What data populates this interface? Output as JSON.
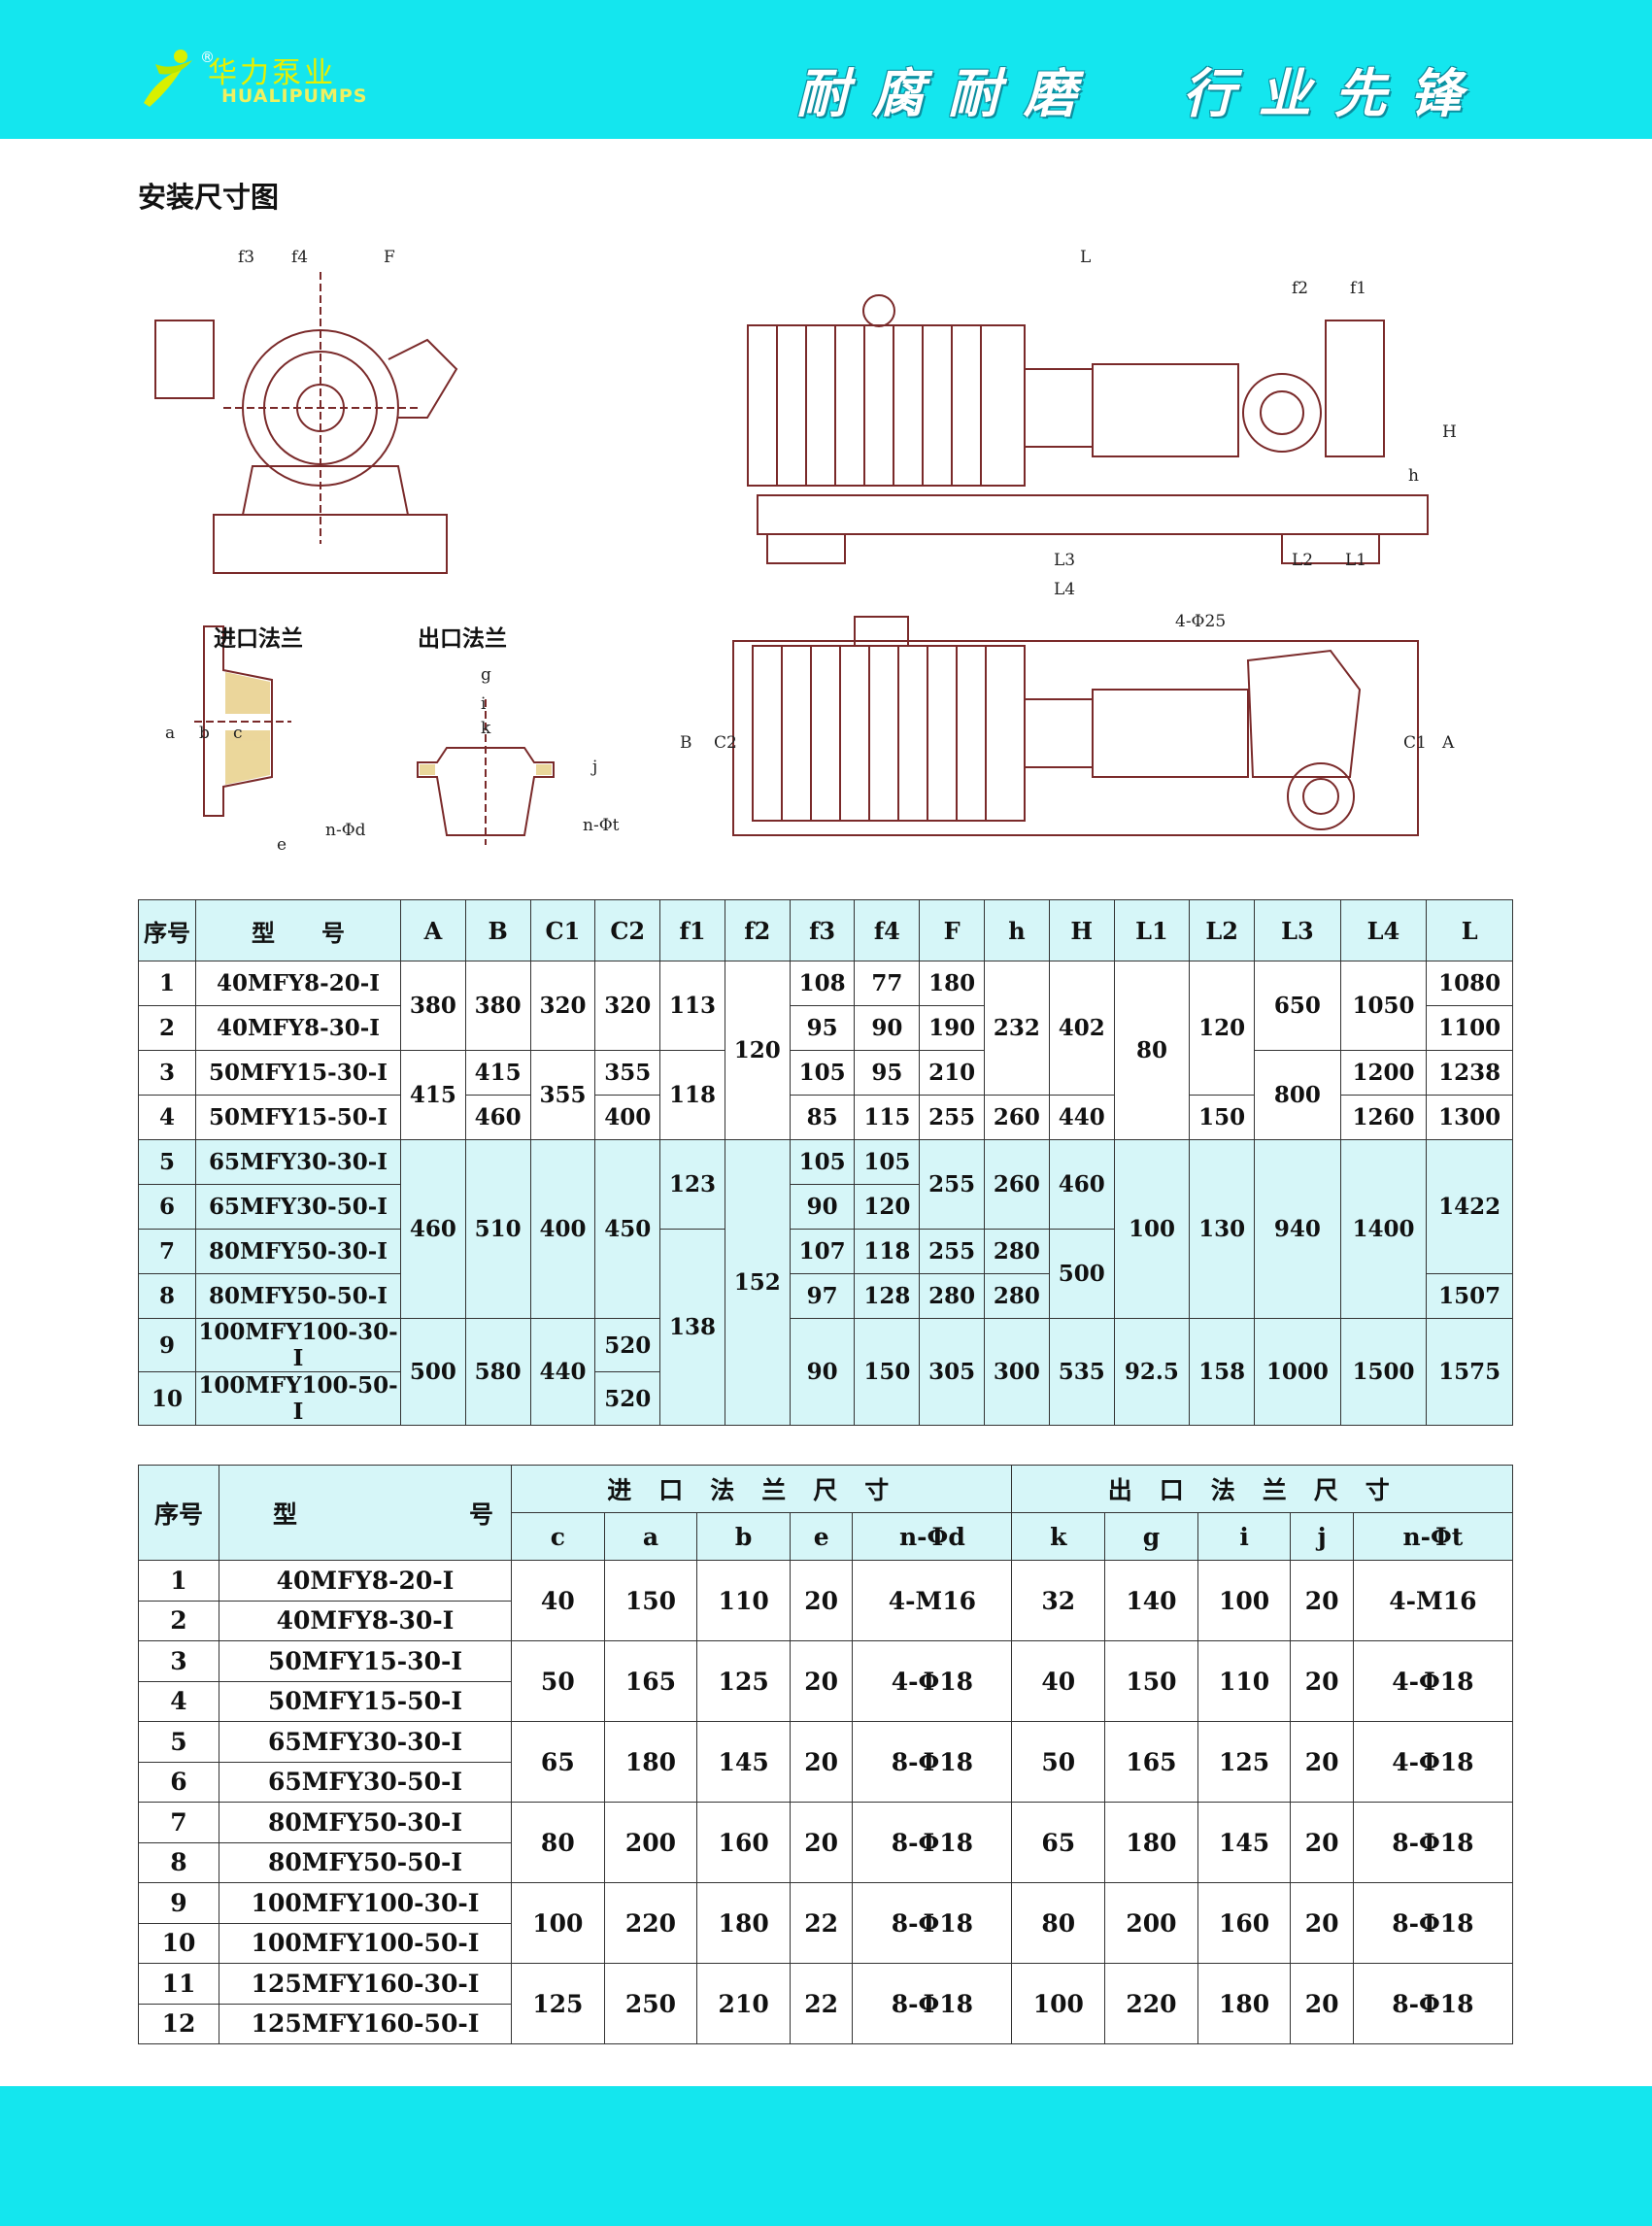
{
  "header": {
    "logo_cn": "华力泵业",
    "logo_en": "HUALIPUMPS",
    "logo_reg": "®",
    "slogan": "耐腐耐磨  行业先锋",
    "colors": {
      "band": "#14e6ee",
      "table_tint": "#d6f6f8",
      "drawing_line": "#7a2a2a"
    }
  },
  "section_title": "安装尺寸图",
  "drawing_labels": {
    "inlet_flange": "进口法兰",
    "outlet_flange": "出口法兰",
    "dims": [
      "f3",
      "f4",
      "F",
      "L",
      "f2",
      "f1",
      "H",
      "h",
      "L3",
      "L2",
      "L1",
      "L4",
      "4-Φ25",
      "B",
      "C2",
      "C1",
      "A",
      "a",
      "b",
      "c",
      "e",
      "n-Φd",
      "g",
      "i",
      "k",
      "j",
      "n-Φt"
    ]
  },
  "table1": {
    "headers": [
      "序号",
      "型　　号",
      "A",
      "B",
      "C1",
      "C2",
      "f1",
      "f2",
      "f3",
      "f4",
      "F",
      "h",
      "H",
      "L1",
      "L2",
      "L3",
      "L4",
      "L"
    ],
    "rows": [
      {
        "no": "1",
        "model": "40MFY8-20-I",
        "A": "380",
        "B": "380",
        "C1": "320",
        "C2": "320",
        "f1": "113",
        "f2": "120",
        "f3": "108",
        "f4": "77",
        "F": "180",
        "h": "232",
        "H": "402",
        "L1": "80",
        "L2": "120",
        "L3": "650",
        "L4": "1050",
        "L": "1080"
      },
      {
        "no": "2",
        "model": "40MFY8-30-I",
        "f3": "95",
        "f4": "90",
        "F": "190",
        "L": "1100"
      },
      {
        "no": "3",
        "model": "50MFY15-30-I",
        "A": "415",
        "B": "415",
        "C1": "355",
        "C2": "355",
        "f1": "118",
        "f3": "105",
        "f4": "95",
        "F": "210",
        "L3": "800",
        "L4": "1200",
        "L": "1238"
      },
      {
        "no": "4",
        "model": "50MFY15-50-I",
        "B": "460",
        "C2": "400",
        "f3": "85",
        "f4": "115",
        "F": "255",
        "h": "260",
        "H": "440",
        "L2": "150",
        "L4": "1260",
        "L": "1300"
      },
      {
        "no": "5",
        "model": "65MFY30-30-I",
        "A": "460",
        "B": "510",
        "C1": "400",
        "C2": "450",
        "f1": "123",
        "f2": "152",
        "f3": "105",
        "f4": "105",
        "F": "255",
        "h": "260",
        "H": "460",
        "L1": "100",
        "L2": "130",
        "L3": "940",
        "L4": "1400",
        "L": "1422"
      },
      {
        "no": "6",
        "model": "65MFY30-50-I",
        "f3": "90",
        "f4": "120"
      },
      {
        "no": "7",
        "model": "80MFY50-30-I",
        "f1": "138",
        "f3": "107",
        "f4": "118",
        "F": "255",
        "h": "280",
        "H": "500"
      },
      {
        "no": "8",
        "model": "80MFY50-50-I",
        "f3": "97",
        "f4": "128",
        "F": "280",
        "h": "280",
        "L": "1507"
      },
      {
        "no": "9",
        "model": "100MFY100-30-I",
        "A": "500",
        "B": "580",
        "C1": "440",
        "C2": "520",
        "f3": "90",
        "f4": "150",
        "F": "305",
        "h": "300",
        "H": "535",
        "L1": "92.5",
        "L2": "158",
        "L3": "1000",
        "L4": "1500",
        "L": "1575"
      },
      {
        "no": "10",
        "model": "100MFY100-50-I",
        "C2": "520"
      }
    ]
  },
  "table2": {
    "col_no": "序号",
    "col_model_a": "型",
    "col_model_b": "号",
    "group_inlet": "进口法兰尺寸",
    "group_outlet": "出口法兰尺寸",
    "sub_headers": [
      "c",
      "a",
      "b",
      "e",
      "n-Φd",
      "k",
      "g",
      "i",
      "j",
      "n-Φt"
    ],
    "groups": [
      {
        "models": [
          [
            "1",
            "40MFY8-20-I"
          ],
          [
            "2",
            "40MFY8-30-I"
          ]
        ],
        "values": [
          "40",
          "150",
          "110",
          "20",
          "4-M16",
          "32",
          "140",
          "100",
          "20",
          "4-M16"
        ]
      },
      {
        "models": [
          [
            "3",
            "50MFY15-30-I"
          ],
          [
            "4",
            "50MFY15-50-I"
          ]
        ],
        "values": [
          "50",
          "165",
          "125",
          "20",
          "4-Φ18",
          "40",
          "150",
          "110",
          "20",
          "4-Φ18"
        ]
      },
      {
        "models": [
          [
            "5",
            "65MFY30-30-I"
          ],
          [
            "6",
            "65MFY30-50-I"
          ]
        ],
        "values": [
          "65",
          "180",
          "145",
          "20",
          "8-Φ18",
          "50",
          "165",
          "125",
          "20",
          "4-Φ18"
        ]
      },
      {
        "models": [
          [
            "7",
            "80MFY50-30-I"
          ],
          [
            "8",
            "80MFY50-50-I"
          ]
        ],
        "values": [
          "80",
          "200",
          "160",
          "20",
          "8-Φ18",
          "65",
          "180",
          "145",
          "20",
          "8-Φ18"
        ]
      },
      {
        "models": [
          [
            "9",
            "100MFY100-30-I"
          ],
          [
            "10",
            "100MFY100-50-I"
          ]
        ],
        "values": [
          "100",
          "220",
          "180",
          "22",
          "8-Φ18",
          "80",
          "200",
          "160",
          "20",
          "8-Φ18"
        ]
      },
      {
        "models": [
          [
            "11",
            "125MFY160-30-I"
          ],
          [
            "12",
            "125MFY160-50-I"
          ]
        ],
        "values": [
          "125",
          "250",
          "210",
          "22",
          "8-Φ18",
          "100",
          "220",
          "180",
          "20",
          "8-Φ18"
        ]
      }
    ]
  }
}
